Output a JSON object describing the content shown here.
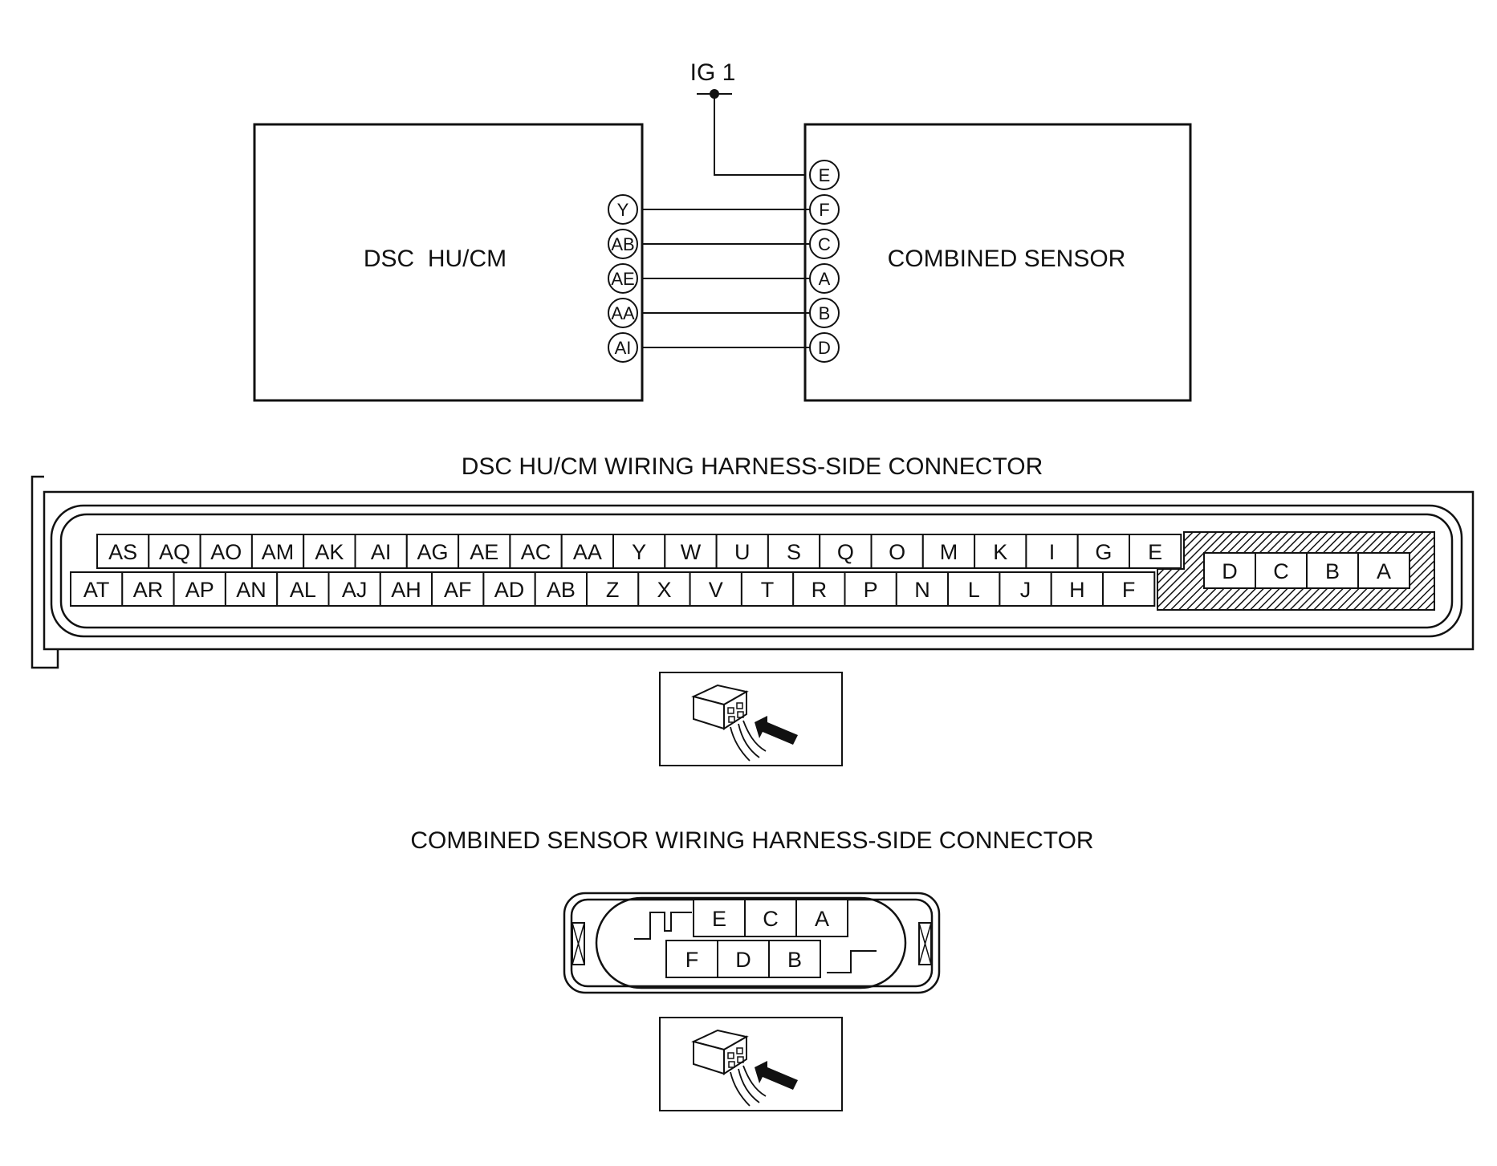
{
  "power_label": "IG 1",
  "left_module": {
    "label": "DSC  HU/CM",
    "pins": [
      "Y",
      "AB",
      "AE",
      "AA",
      "AI"
    ]
  },
  "right_module": {
    "label": "COMBINED SENSOR",
    "pins": [
      "E",
      "F",
      "C",
      "A",
      "B",
      "D"
    ]
  },
  "dsc_connector": {
    "title": "DSC HU/CM WIRING HARNESS-SIDE CONNECTOR",
    "row1": [
      "AS",
      "AQ",
      "AO",
      "AM",
      "AK",
      "AI",
      "AG",
      "AE",
      "AC",
      "AA",
      "Y",
      "W",
      "U",
      "S",
      "Q",
      "O",
      "M",
      "K",
      "I",
      "G",
      "E"
    ],
    "row2": [
      "AT",
      "AR",
      "AP",
      "AN",
      "AL",
      "AJ",
      "AH",
      "AF",
      "AD",
      "AB",
      "Z",
      "X",
      "V",
      "T",
      "R",
      "P",
      "N",
      "L",
      "J",
      "H",
      "F"
    ],
    "right_block": [
      "D",
      "C",
      "B",
      "A"
    ]
  },
  "sensor_connector": {
    "title": "COMBINED SENSOR WIRING HARNESS-SIDE CONNECTOR",
    "row1": [
      "E",
      "C",
      "A"
    ],
    "row2": [
      "F",
      "D",
      "B"
    ]
  },
  "icons": [
    "connector-view-icon",
    "connector-view-icon"
  ]
}
